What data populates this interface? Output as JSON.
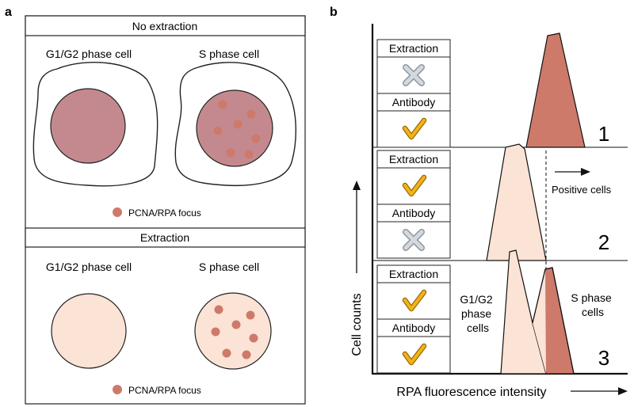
{
  "panel_a": {
    "letter": "a",
    "top": {
      "title": "No extraction",
      "left_label": "G1/G2 phase cell",
      "right_label": "S phase cell",
      "legend": "PCNA/RPA focus"
    },
    "bottom": {
      "title": "Extraction",
      "left_label": "G1/G2 phase cell",
      "right_label": "S phase cell",
      "legend": "PCNA/RPA focus"
    }
  },
  "panel_b": {
    "letter": "b",
    "y_axis_label": "Cell counts",
    "x_axis_label": "RPA fluorescence intensity",
    "rows": [
      {
        "number": "1",
        "extraction_label": "Extraction",
        "extraction": "cross",
        "antibody_label": "Antibody",
        "antibody": "check"
      },
      {
        "number": "2",
        "extraction_label": "Extraction",
        "extraction": "check",
        "antibody_label": "Antibody",
        "antibody": "cross",
        "annotation": "Positive cells"
      },
      {
        "number": "3",
        "extraction_label": "Extraction",
        "extraction": "check",
        "antibody_label": "Antibody",
        "antibody": "check",
        "left_group": [
          "G1/G2",
          "phase",
          "cells"
        ],
        "right_group": [
          "S phase",
          "cells"
        ]
      }
    ]
  },
  "colors": {
    "nucleus_no_extraction": "#c4898e",
    "nucleus_extracted": "#fbe3d6",
    "focus": "#cd7a6a",
    "peak_dark": "#cd7a6a",
    "peak_light": "#fbe3d6",
    "check": "#f2b318",
    "cross": "#c5cdd4"
  }
}
